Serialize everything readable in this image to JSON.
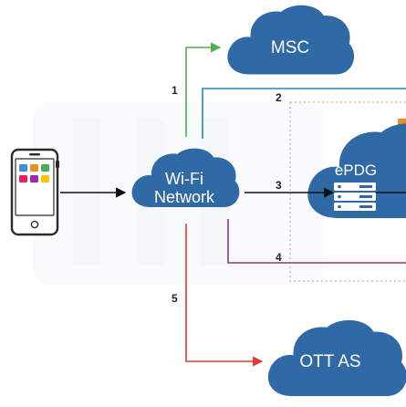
{
  "nodes": {
    "msc": "MSC",
    "wifi_line1": "Wi-Fi",
    "wifi_line2": "Network",
    "epdg": "ePDG",
    "ott": "OTT AS"
  },
  "links": [
    "1",
    "2",
    "3",
    "4",
    "5"
  ],
  "colors": {
    "cloud": "#2f6aa6",
    "link1": "#4caf50",
    "link2": "#1e88b8",
    "link3": "#111111",
    "link4": "#a0327a",
    "link5": "#e53935",
    "accent": "#f08a24"
  }
}
